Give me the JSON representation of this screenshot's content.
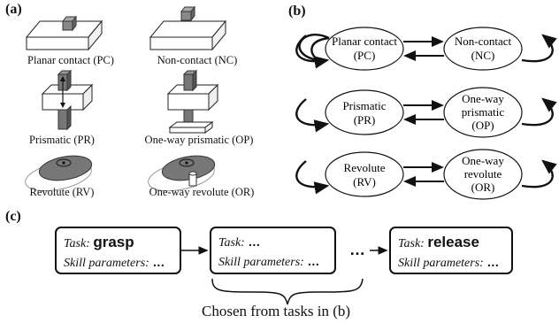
{
  "panels": {
    "a": "(a)",
    "b": "(b)",
    "c": "(c)"
  },
  "joints": [
    {
      "id": "pc",
      "caption": "Planar contact (PC)"
    },
    {
      "id": "nc",
      "caption": "Non-contact (NC)"
    },
    {
      "id": "pr",
      "caption": "Prismatic (PR)"
    },
    {
      "id": "op",
      "caption": "One-way prismatic (OP)"
    },
    {
      "id": "rv",
      "caption": "Revolute (RV)"
    },
    {
      "id": "or",
      "caption": "One-way revolute (OR)"
    }
  ],
  "graph_rows": [
    {
      "left": [
        "Planar contact",
        "(PC)"
      ],
      "right": [
        "Non-contact",
        "(NC)"
      ]
    },
    {
      "left": [
        "Prismatic",
        "(PR)"
      ],
      "right": [
        "One-way",
        "prismatic",
        "(OP)"
      ]
    },
    {
      "left": [
        "Revolute",
        "(RV)"
      ],
      "right": [
        "One-way",
        "revolute",
        "(OR)"
      ]
    }
  ],
  "tasks": [
    {
      "task_label": "Task",
      "task_name": "grasp",
      "skill_label": "Skill parameters",
      "skill_value": "…"
    },
    {
      "task_label": "Task",
      "task_name": "…",
      "skill_label": "Skill parameters",
      "skill_value": "…"
    },
    {
      "task_label": "Task",
      "task_name": "release",
      "skill_label": "Skill parameters",
      "skill_value": "…"
    }
  ],
  "ellipsis_between": "…",
  "brace_caption": "Chosen from tasks in (b)"
}
